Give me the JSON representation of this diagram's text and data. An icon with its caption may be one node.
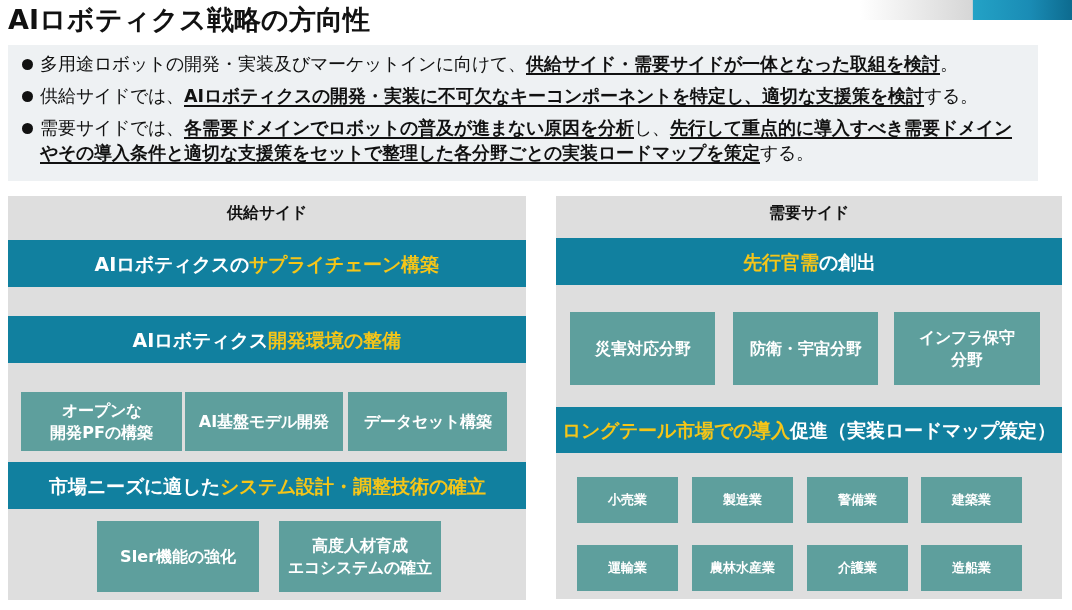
{
  "diagram": {
    "title": "AIロボティクス戦略の方向性",
    "nodes": [
      {
        "text": [
          "多用途ロボットの開発・実装及びマーケットインに向けて、**供給サイド・需要サイドが一体となった取組を検討**。",
          "供給サイドでは、**AIロボティクスの開発・実装に不可欠なキーコンポーネントを特定し、適切な支援策を検討**する。",
          "需要サイドでは、**各需要ドメインでロボットの普及が進まない原因を分析**し、**先行して重点的に導入すべき需要ドメインやその導入条件と適切な支援策をセットで整理した各分野ごとの実装ロードマップを策定**する。"
        ]
      },
      {
        "text": [
          "供給サイド"
        ]
      },
      {
        "text": [
          "AIロボティクスの**サプライチェーン構築**"
        ],
        "in": 1
      },
      {
        "text": [
          "AIロボティクス**開発環境の整備**"
        ],
        "in": 1
      },
      {
        "text": [
          "オープンな開発PFの構築"
        ],
        "in": 1
      },
      {
        "text": [
          "AI基盤モデル開発"
        ],
        "in": 1
      },
      {
        "text": [
          "データセット構築"
        ],
        "in": 1
      },
      {
        "text": [
          "市場ニーズに適した**システム設計・調整技術の確立**"
        ],
        "in": 1
      },
      {
        "text": [
          "SIer機能の強化"
        ],
        "in": 1
      },
      {
        "text": [
          "高度人材育成エコシステムの確立"
        ],
        "in": 1
      },
      {
        "text": [
          "需要サイド"
        ]
      },
      {
        "text": [
          "**先行官需**の創出"
        ],
        "in": 10
      },
      {
        "text": [
          "災害対応分野"
        ],
        "in": 10
      },
      {
        "text": [
          "防衛・宇宙分野"
        ],
        "in": 10
      },
      {
        "text": [
          "インフラ保守分野"
        ],
        "in": 10
      },
      {
        "text": [
          "**ロングテール市場での導入**促進（実装ロードマップ策定）"
        ],
        "in": 10
      },
      {
        "text": [
          "小売業"
        ],
        "in": 10
      },
      {
        "text": [
          "製造業"
        ],
        "in": 10
      },
      {
        "text": [
          "警備業"
        ],
        "in": 10
      },
      {
        "text": [
          "建築業"
        ],
        "in": 10
      },
      {
        "text": [
          "運輸業"
        ],
        "in": 10
      },
      {
        "text": [
          "農林水産業"
        ],
        "in": 10
      },
      {
        "text": [
          "介護業"
        ],
        "in": 10
      },
      {
        "text": [
          "造船業"
        ],
        "in": 10
      }
    ]
  }
}
